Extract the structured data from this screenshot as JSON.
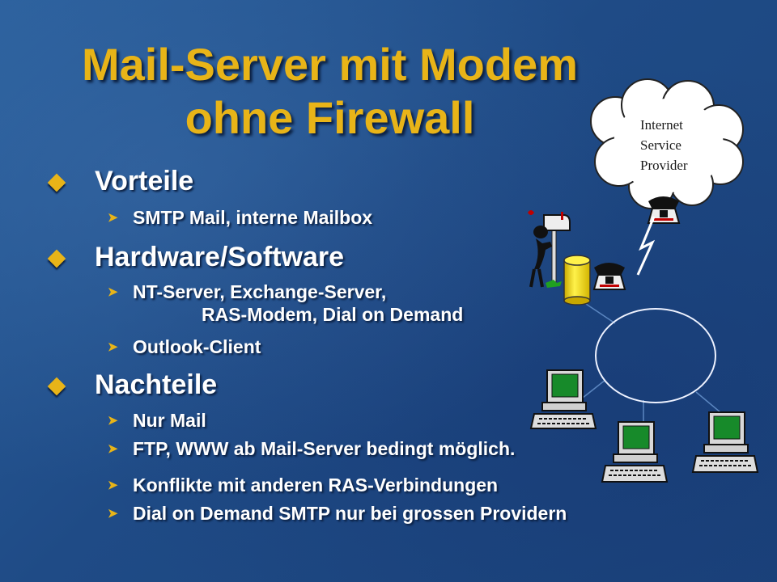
{
  "slide": {
    "title_line1": "Mail-Server mit Modem",
    "title_line2": "ohne Firewall",
    "sections": [
      {
        "heading": "Vorteile",
        "items": [
          "SMTP Mail, interne Mailbox"
        ]
      },
      {
        "heading": "Hardware/Software",
        "items": [
          "NT-Server, Exchange-Server,",
          "RAS-Modem, Dial on Demand",
          "Outlook-Client"
        ]
      },
      {
        "heading": "Nachteile",
        "items": [
          "Nur Mail",
          "FTP, WWW ab Mail-Server bedingt möglich.",
          "Konflikte  mit anderen RAS-Verbindungen",
          "Dial on Demand SMTP nur bei grossen Providern"
        ]
      }
    ]
  },
  "diagram": {
    "isp_line1": "Internet",
    "isp_line2": "Service",
    "isp_line3": "Provider"
  },
  "colors": {
    "background": "#22508c",
    "title": "#e8b418",
    "text": "#ffffff",
    "bullet": "#e8b418"
  }
}
